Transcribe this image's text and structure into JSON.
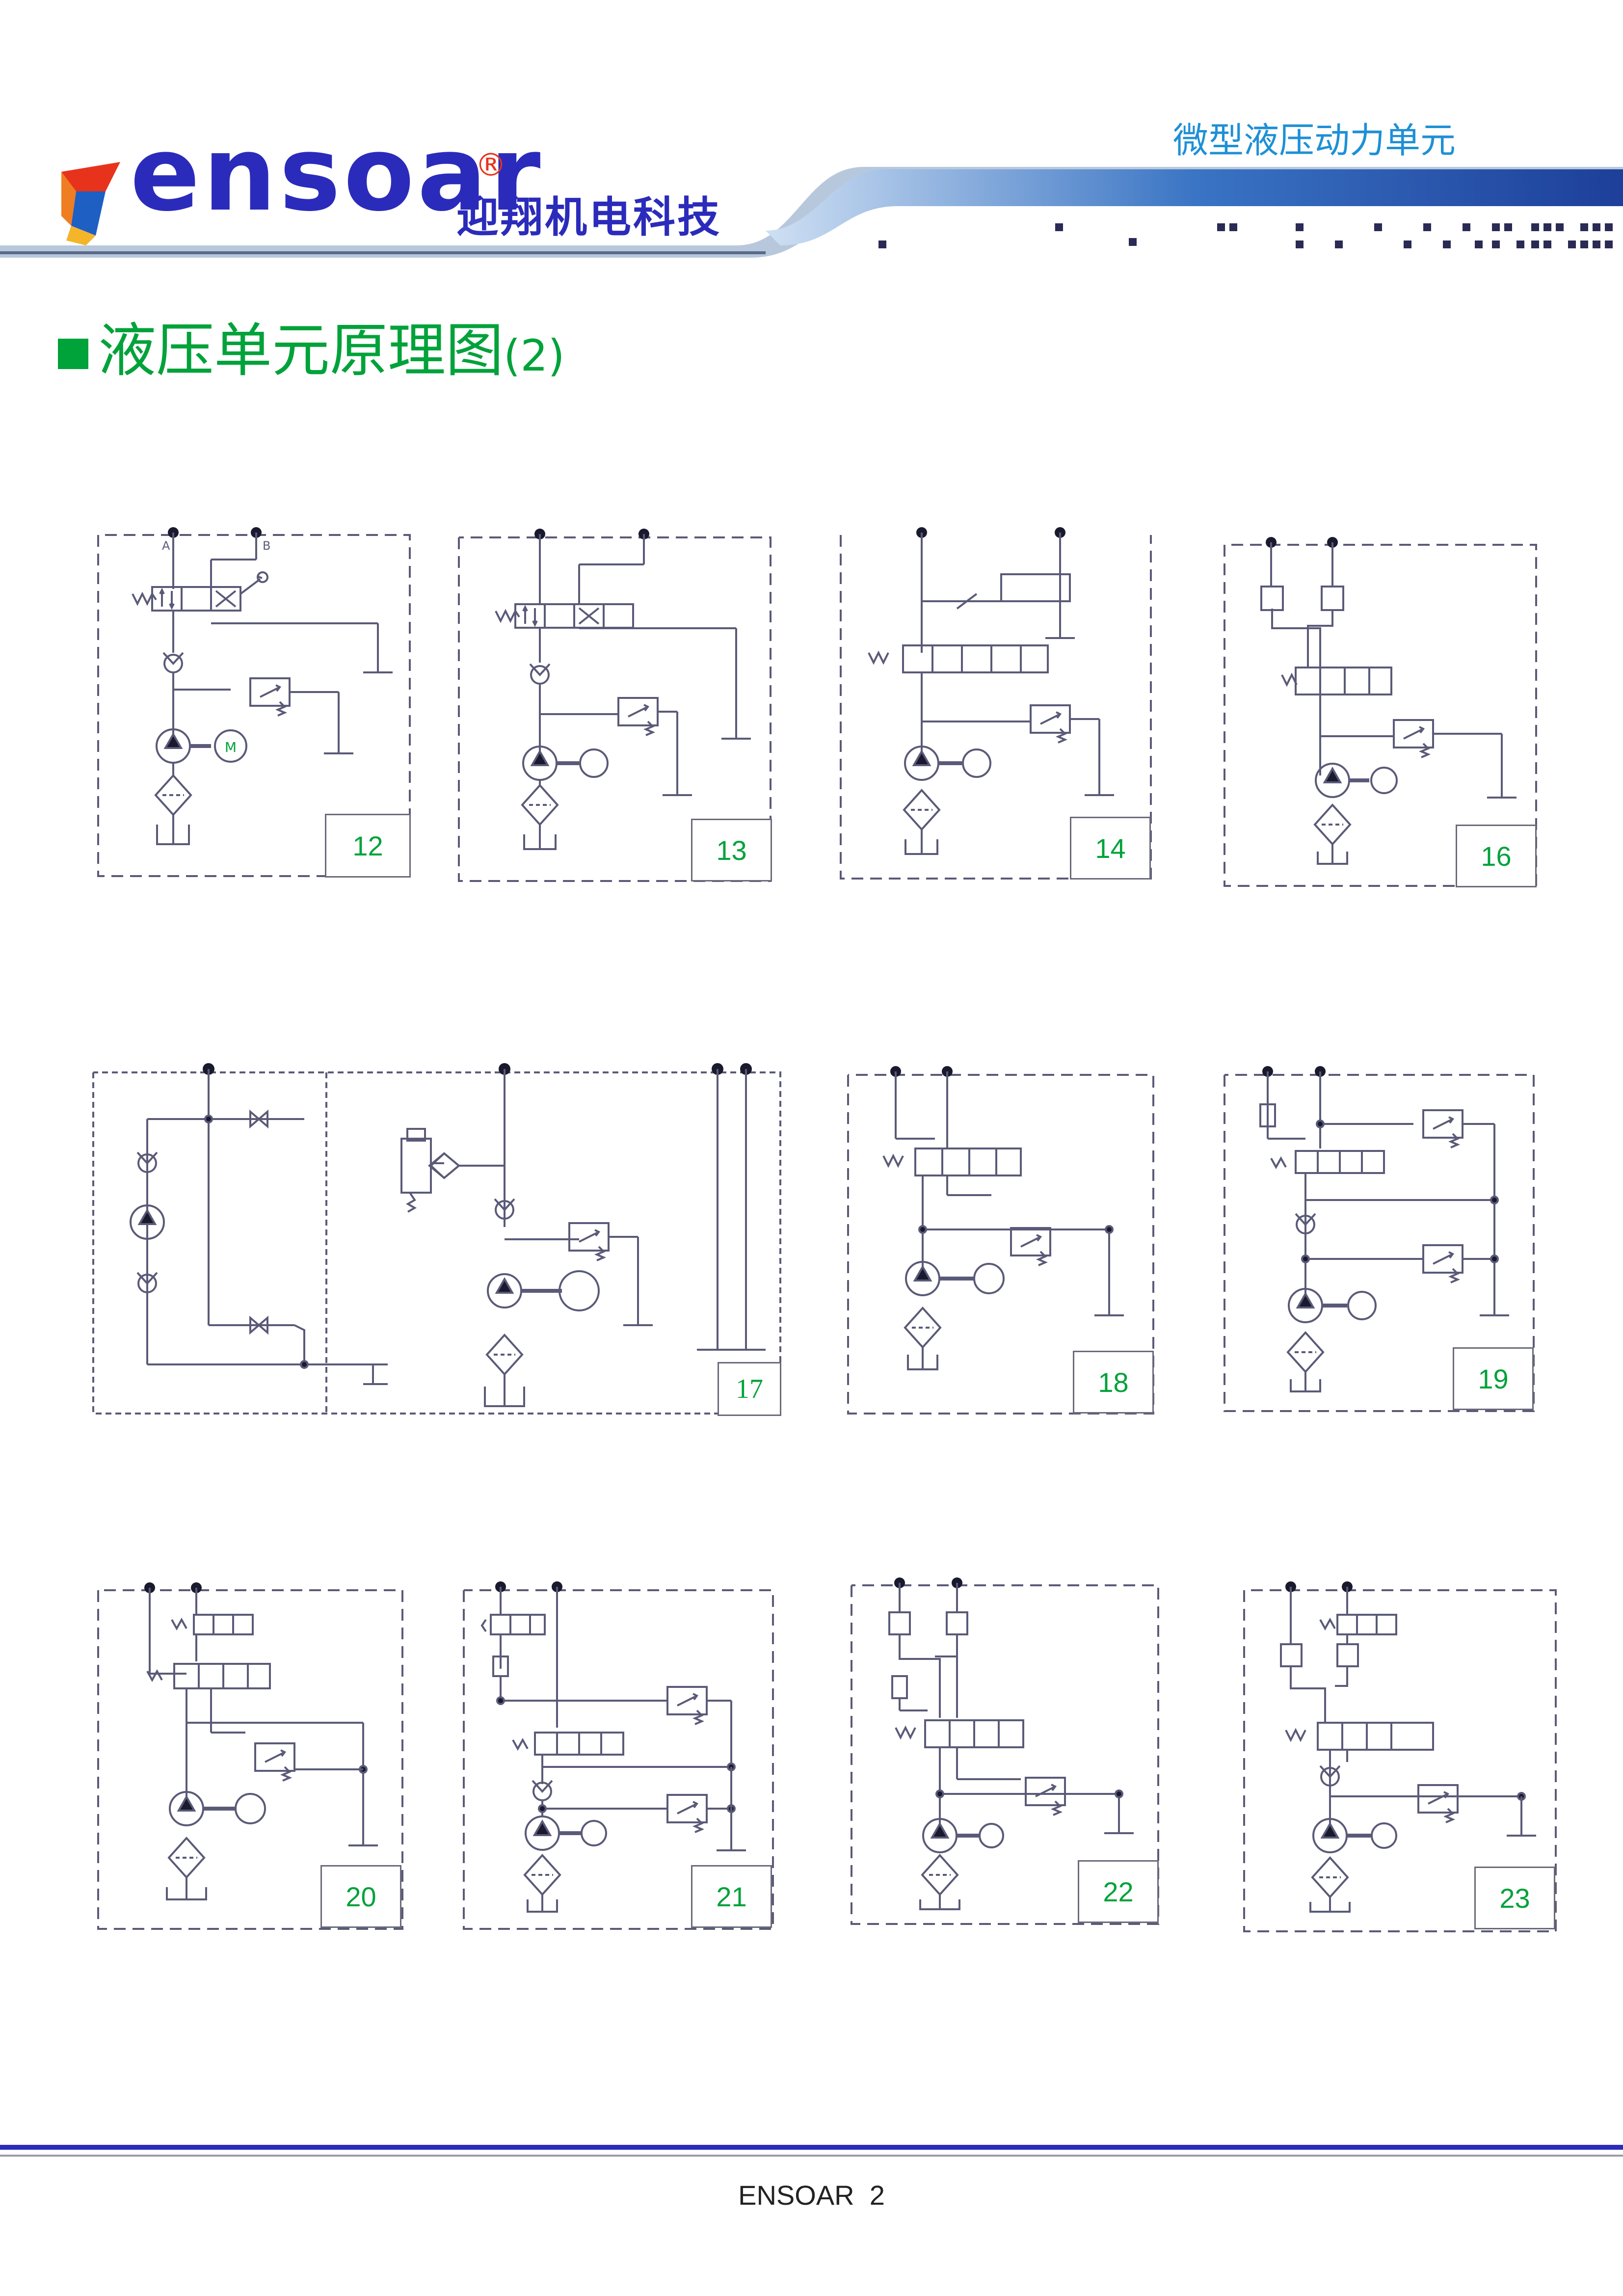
{
  "header": {
    "brand": "ensoar",
    "registered_mark": "®",
    "brand_cn": "迎翔机电科技",
    "series_title": "微型液压动力单元"
  },
  "section": {
    "title": "液压单元原理图",
    "title_suffix": "(2)"
  },
  "diagrams": [
    {
      "id": "12"
    },
    {
      "id": "13"
    },
    {
      "id": "14"
    },
    {
      "id": "16"
    },
    {
      "id": "17"
    },
    {
      "id": "18"
    },
    {
      "id": "19"
    },
    {
      "id": "20"
    },
    {
      "id": "21"
    },
    {
      "id": "22"
    },
    {
      "id": "23"
    }
  ],
  "port_labels": {
    "a": "A",
    "b": "B"
  },
  "motor_label": "M",
  "footer": {
    "text": "ENSOAR  2"
  },
  "colors": {
    "brand_blue": "#2b2bbb",
    "accent_red": "#e8331c",
    "header_blue": "#1e90d6",
    "title_green": "#00a23a",
    "line_gray": "#5a5a78"
  }
}
